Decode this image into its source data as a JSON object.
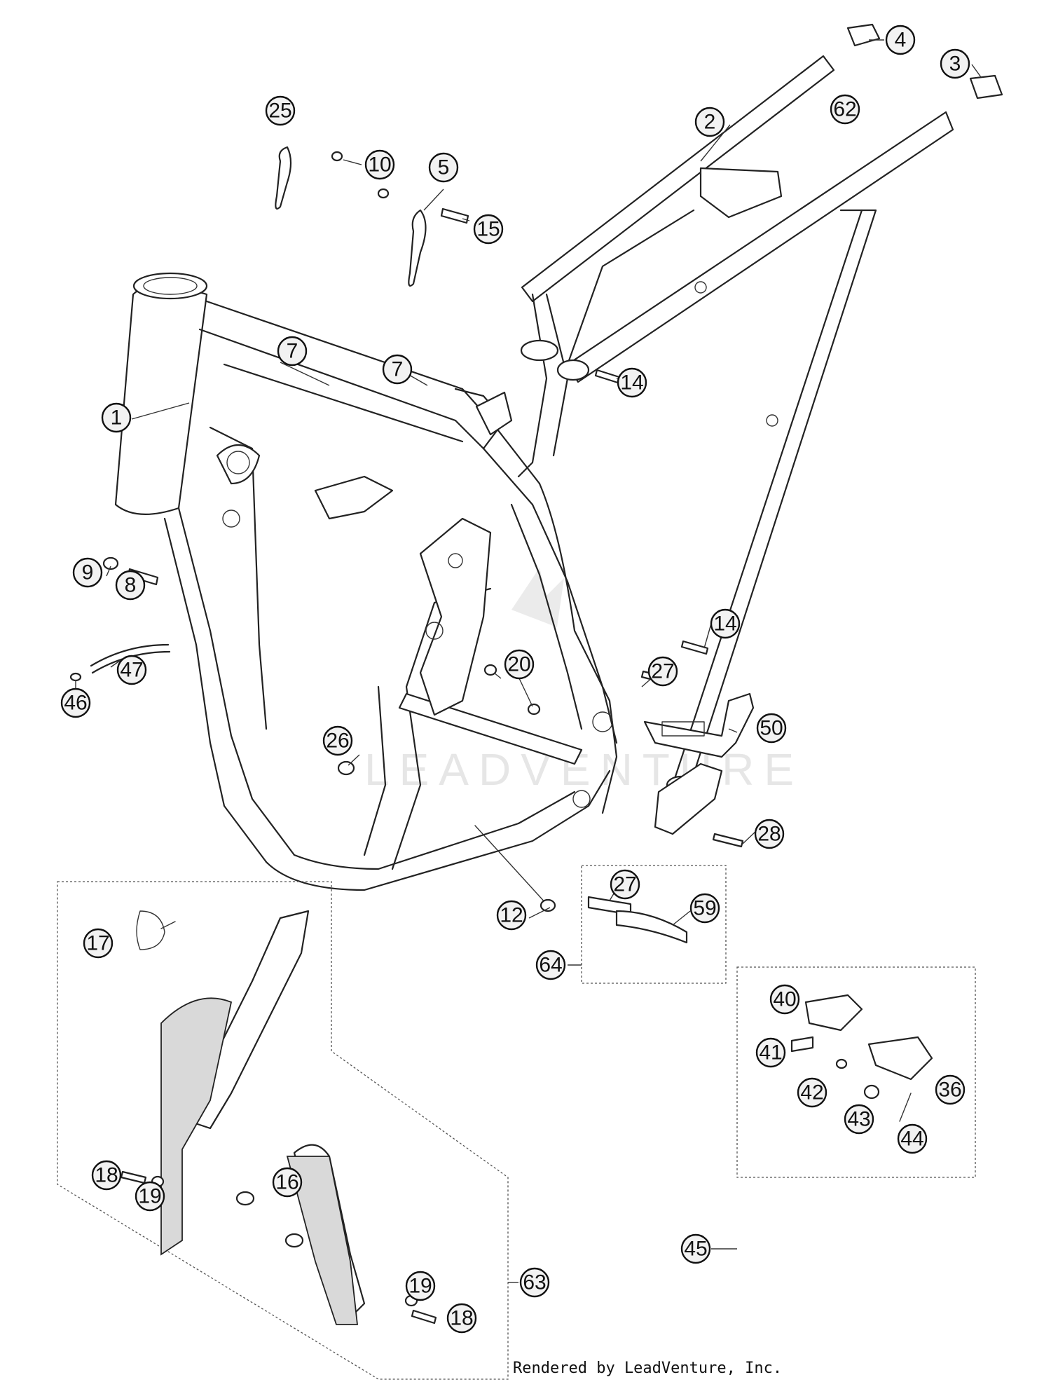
{
  "credit": "Rendered by LeadVenture, Inc.",
  "watermark": "LEADVENTURE",
  "callouts": [
    "1",
    "2",
    "3",
    "4",
    "5",
    "7",
    "7",
    "8",
    "9",
    "10",
    "12",
    "14",
    "14",
    "15",
    "16",
    "17",
    "18",
    "18",
    "19",
    "19",
    "20",
    "25",
    "26",
    "27",
    "27",
    "28",
    "36",
    "40",
    "41",
    "42",
    "43",
    "44",
    "45",
    "46",
    "47",
    "50",
    "59",
    "62",
    "63",
    "64"
  ]
}
